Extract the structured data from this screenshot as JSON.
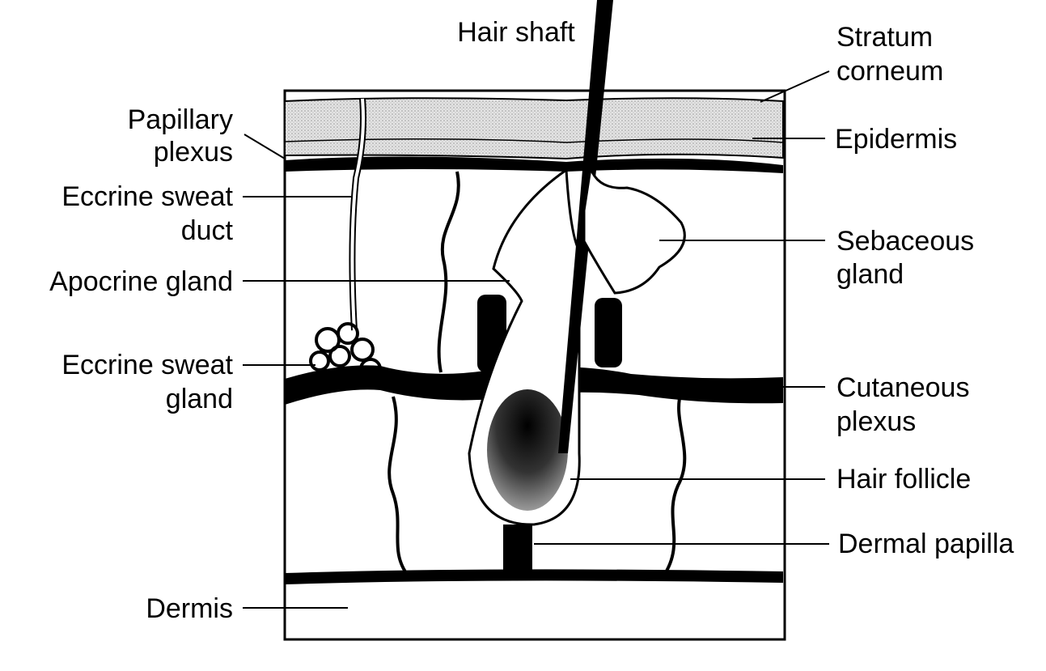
{
  "labels": {
    "hair_shaft": "Hair shaft",
    "stratum_corneum": [
      "Stratum",
      "corneum"
    ],
    "papillary_plexus": [
      "Papillary",
      "plexus"
    ],
    "epidermis": "Epidermis",
    "eccrine_sweat_duct": [
      "Eccrine sweat",
      "duct"
    ],
    "sebaceous_gland": [
      "Sebaceous",
      "gland"
    ],
    "apocrine_gland": "Apocrine gland",
    "eccrine_sweat_gland": [
      "Eccrine sweat",
      "gland"
    ],
    "cutaneous_plexus": [
      "Cutaneous",
      "plexus"
    ],
    "hair_follicle": "Hair follicle",
    "dermal_papilla": "Dermal papilla",
    "dermis": "Dermis"
  },
  "colors": {
    "ink": "#000000",
    "stipple": "#c8c8c8",
    "paper": "#ffffff"
  }
}
